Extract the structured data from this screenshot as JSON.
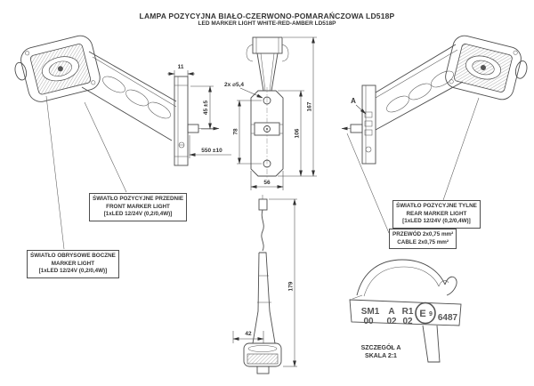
{
  "title": {
    "line1": "LAMPA POZYCYJNA BIAŁO-CZERWONO-POMARAŃCZOWA LD518P",
    "line2": "LED MARKER LIGHT WHITE-RED-AMBER LD518P"
  },
  "dimensions": {
    "left_view": {
      "bracket_width": "11",
      "bracket_height": "45 ±5",
      "cable_length": "550 ±10"
    },
    "front_view": {
      "holes": "2x ⌀5,4",
      "hole_spacing": "78",
      "body_height": "106",
      "total_height": "167",
      "width": "56"
    },
    "side_view": {
      "total_length": "179",
      "head_depth": "42"
    },
    "right_view": {
      "detail_marker": "A"
    }
  },
  "callouts": {
    "front_marker": {
      "line1": "ŚWIATŁO POZYCYJNE PRZEDNIE",
      "line2": "FRONT MARKER LIGHT",
      "line3": "[1xLED 12/24V (0,2/0,4W)]"
    },
    "side_marker": {
      "line1": "ŚWIATŁO OBRYSOWE BOCZNE",
      "line2": "MARKER LIGHT",
      "line3": "[1xLED 12/24V (0,2/0,4W)]"
    },
    "rear_marker": {
      "line1": "ŚWIATŁO POZYCYJNE TYLNE",
      "line2": "REAR MARKER LIGHT",
      "line3": "[1xLED 12/24V (0,2/0,4W)]"
    },
    "cable": {
      "line1": "PRZEWÓD 2x0,75 mm²",
      "line2": "CABLE 2x0,75 mm²"
    }
  },
  "detail_a": {
    "plate_code_row1": [
      "SM1",
      "A",
      "R1"
    ],
    "plate_code_row2": [
      "00",
      "02",
      "02"
    ],
    "e_mark_letter": "E",
    "e_mark_class": "9",
    "approval_number": "6487",
    "caption_title": "SZCZEGÓŁ A",
    "caption_scale": "SKALA 2:1"
  },
  "colors": {
    "line": "#4d4d4d",
    "text": "#333333",
    "background": "#ffffff"
  }
}
